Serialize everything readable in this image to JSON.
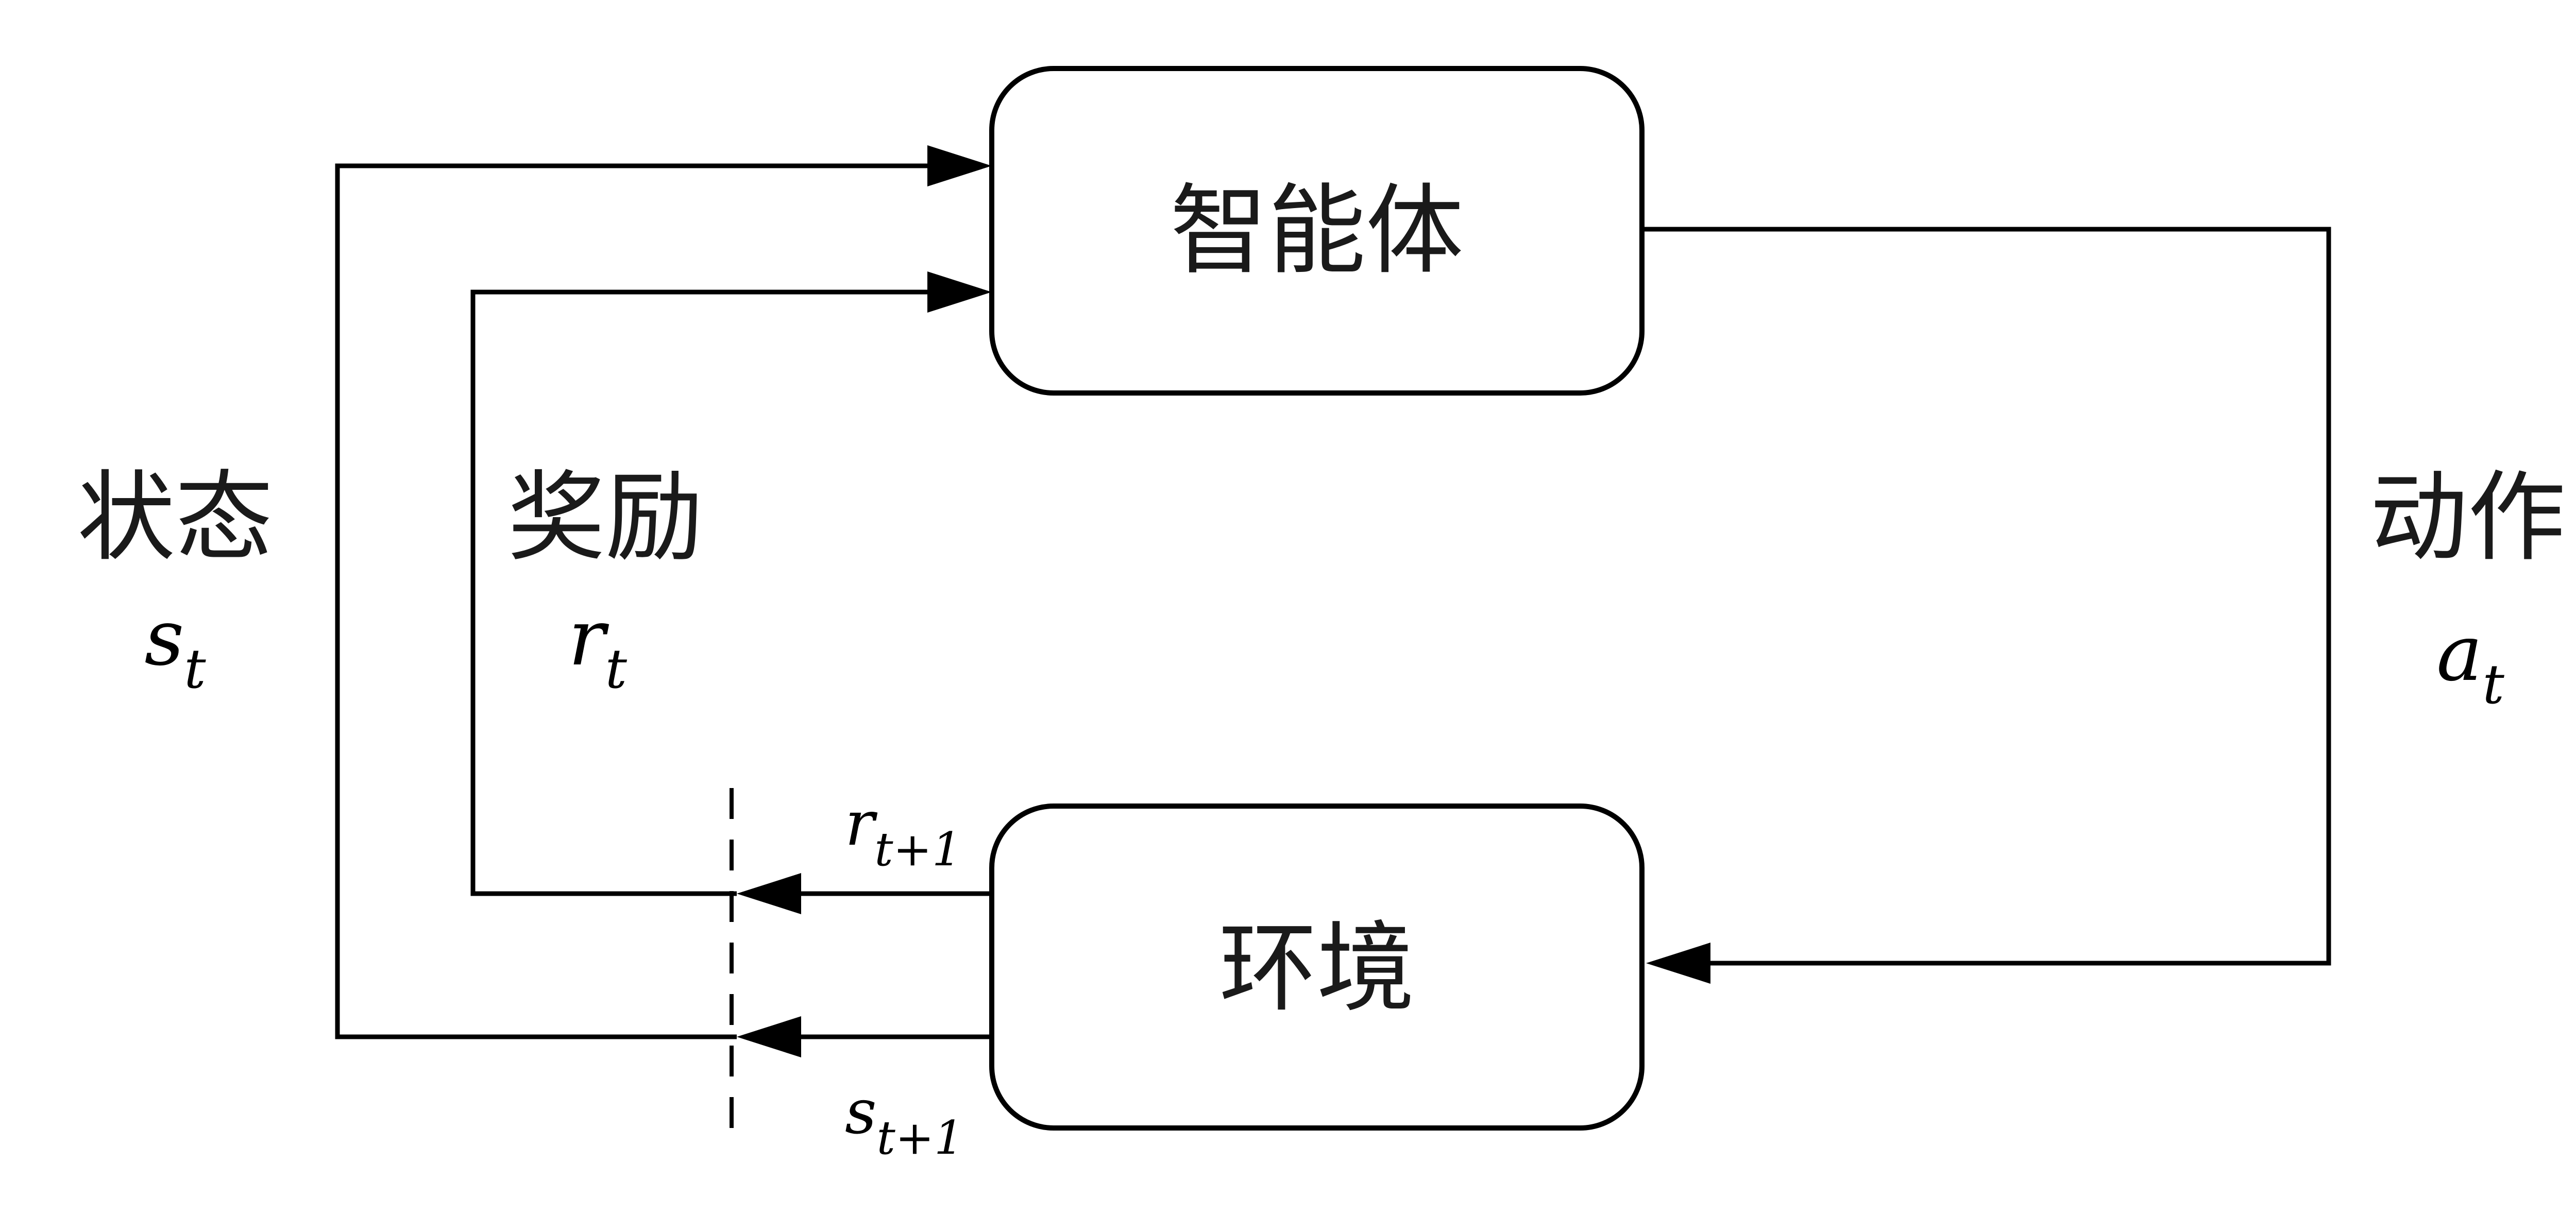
{
  "nodes": {
    "agent": {
      "label": "智能体"
    },
    "environment": {
      "label": "环境"
    }
  },
  "labels": {
    "state": {
      "text": "状态",
      "symbol": "s",
      "subscript": "t"
    },
    "reward": {
      "text": "奖励",
      "symbol": "r",
      "subscript": "t"
    },
    "action": {
      "text": "动作",
      "symbol": "a",
      "subscript": "t"
    },
    "next_reward": {
      "symbol": "r",
      "subscript": "t+1"
    },
    "next_state": {
      "symbol": "s",
      "subscript": "t+1"
    }
  },
  "colors": {
    "stroke": "#000000",
    "text": "#1a1a1a",
    "background": "#ffffff"
  }
}
